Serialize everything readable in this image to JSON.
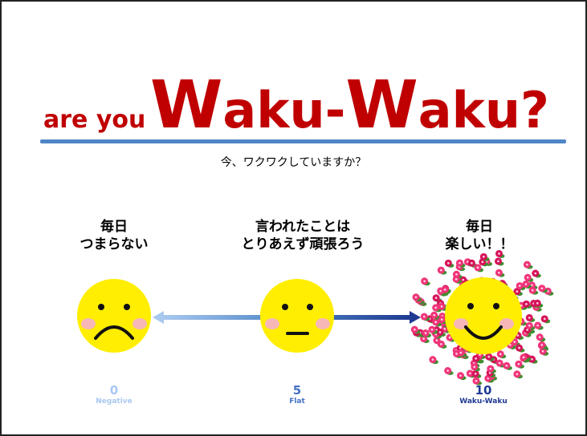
{
  "title": {
    "prefix": "are you",
    "w1": "W",
    "word1": "aku-",
    "w2": "W",
    "word2": "aku?"
  },
  "subtitle": "今、ワクワクしていますか？",
  "faces": [
    {
      "line1": "毎日",
      "line2": "つまらない",
      "score": "0",
      "caption": "Negative",
      "color": "#a9c8f0"
    },
    {
      "line1": "言われたことは",
      "line2": "とりあえず頑張ろう",
      "score": "5",
      "caption": "Flat",
      "color": "#4472c4"
    },
    {
      "line1": "毎日",
      "line2": "楽しい！！",
      "score": "10",
      "caption": "Waku-Waku",
      "color": "#1f3a93"
    }
  ],
  "colors": {
    "title": "#c00000",
    "rule": "#4f86c6",
    "face": "#ffee00",
    "cheek": "#f7b7b7"
  }
}
